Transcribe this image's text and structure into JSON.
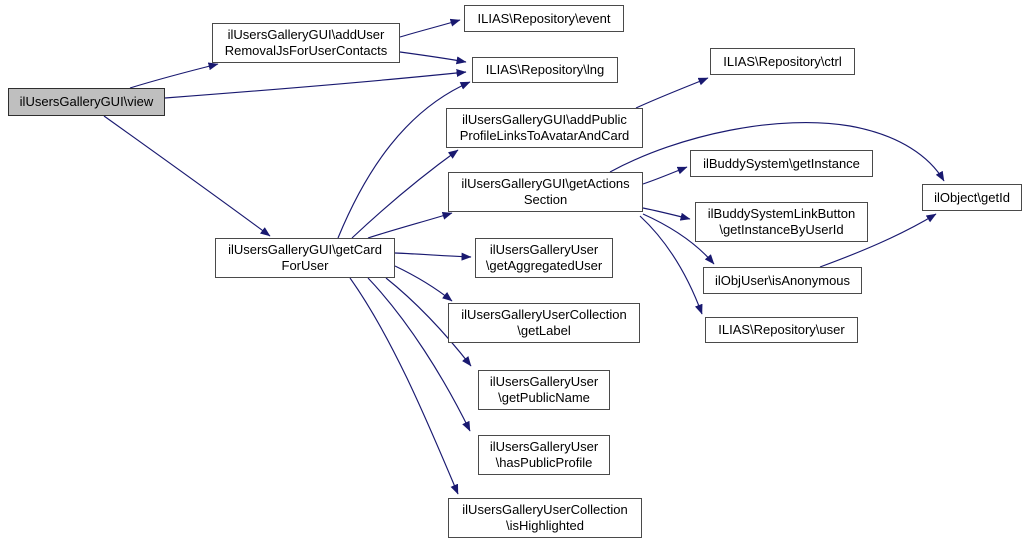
{
  "diagram": {
    "type": "call-graph",
    "root_function": "ilUsersGalleryGUI\\view",
    "colors": {
      "edge": "#191970",
      "node_fill": "#ffffff",
      "node_border": "#4a4a4a",
      "highlight_fill": "#bfbfbf",
      "text": "#000000",
      "background": "#ffffff"
    },
    "nodes": [
      {
        "id": "view",
        "lines": [
          "ilUsersGalleryGUI\\view"
        ],
        "highlighted": true
      },
      {
        "id": "addUserRemovalJs",
        "lines": [
          "ilUsersGalleryGUI\\addUser",
          "RemovalJsForUserContacts"
        ]
      },
      {
        "id": "event",
        "lines": [
          "ILIAS\\Repository\\event"
        ]
      },
      {
        "id": "lng",
        "lines": [
          "ILIAS\\Repository\\lng"
        ]
      },
      {
        "id": "ctrl",
        "lines": [
          "ILIAS\\Repository\\ctrl"
        ]
      },
      {
        "id": "addPublicProfileLinks",
        "lines": [
          "ilUsersGalleryGUI\\addPublic",
          "ProfileLinksToAvatarAndCard"
        ]
      },
      {
        "id": "getActionsSection",
        "lines": [
          "ilUsersGalleryGUI\\getActions",
          "Section"
        ]
      },
      {
        "id": "getInstance",
        "lines": [
          "ilBuddySystem\\getInstance"
        ]
      },
      {
        "id": "getInstanceByUserId",
        "lines": [
          "ilBuddySystemLinkButton",
          "\\getInstanceByUserId"
        ]
      },
      {
        "id": "getId",
        "lines": [
          "ilObject\\getId"
        ]
      },
      {
        "id": "isAnonymous",
        "lines": [
          "ilObjUser\\isAnonymous"
        ]
      },
      {
        "id": "user",
        "lines": [
          "ILIAS\\Repository\\user"
        ]
      },
      {
        "id": "getCardForUser",
        "lines": [
          "ilUsersGalleryGUI\\getCard",
          "ForUser"
        ]
      },
      {
        "id": "getAggregatedUser",
        "lines": [
          "ilUsersGalleryUser",
          "\\getAggregatedUser"
        ]
      },
      {
        "id": "getLabel",
        "lines": [
          "ilUsersGalleryUserCollection",
          "\\getLabel"
        ]
      },
      {
        "id": "getPublicName",
        "lines": [
          "ilUsersGalleryUser",
          "\\getPublicName"
        ]
      },
      {
        "id": "hasPublicProfile",
        "lines": [
          "ilUsersGalleryUser",
          "\\hasPublicProfile"
        ]
      },
      {
        "id": "isHighlighted",
        "lines": [
          "ilUsersGalleryUserCollection",
          "\\isHighlighted"
        ]
      }
    ],
    "edges": [
      {
        "from": "view",
        "to": "addUserRemovalJs"
      },
      {
        "from": "view",
        "to": "lng"
      },
      {
        "from": "view",
        "to": "getCardForUser"
      },
      {
        "from": "addUserRemovalJs",
        "to": "event"
      },
      {
        "from": "addUserRemovalJs",
        "to": "lng"
      },
      {
        "from": "getCardForUser",
        "to": "lng"
      },
      {
        "from": "getCardForUser",
        "to": "addPublicProfileLinks"
      },
      {
        "from": "getCardForUser",
        "to": "getActionsSection"
      },
      {
        "from": "getCardForUser",
        "to": "getAggregatedUser"
      },
      {
        "from": "getCardForUser",
        "to": "getLabel"
      },
      {
        "from": "getCardForUser",
        "to": "getPublicName"
      },
      {
        "from": "getCardForUser",
        "to": "hasPublicProfile"
      },
      {
        "from": "getCardForUser",
        "to": "isHighlighted"
      },
      {
        "from": "addPublicProfileLinks",
        "to": "ctrl"
      },
      {
        "from": "getActionsSection",
        "to": "getInstance"
      },
      {
        "from": "getActionsSection",
        "to": "getId"
      },
      {
        "from": "getActionsSection",
        "to": "getInstanceByUserId"
      },
      {
        "from": "getActionsSection",
        "to": "isAnonymous"
      },
      {
        "from": "getActionsSection",
        "to": "user"
      },
      {
        "from": "isAnonymous",
        "to": "getId"
      }
    ]
  }
}
